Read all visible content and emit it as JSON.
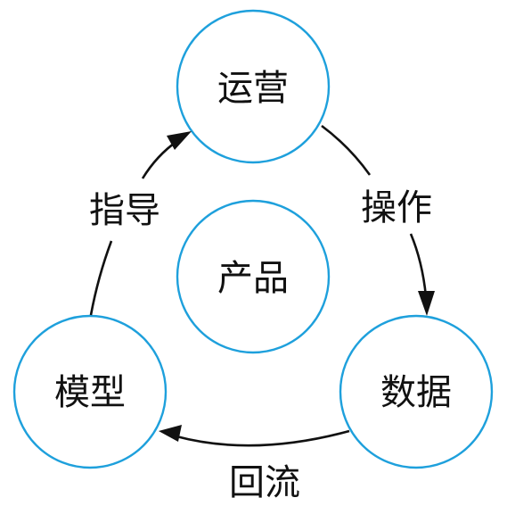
{
  "nodes": {
    "operations": "运营",
    "product": "产品",
    "data": "数据",
    "model": "模型"
  },
  "edges": {
    "operate": "操作",
    "feedback": "回流",
    "guide": "指导"
  },
  "colors": {
    "circle_stroke": "#1ea0dc",
    "text": "#111111",
    "arrow": "#111111"
  }
}
